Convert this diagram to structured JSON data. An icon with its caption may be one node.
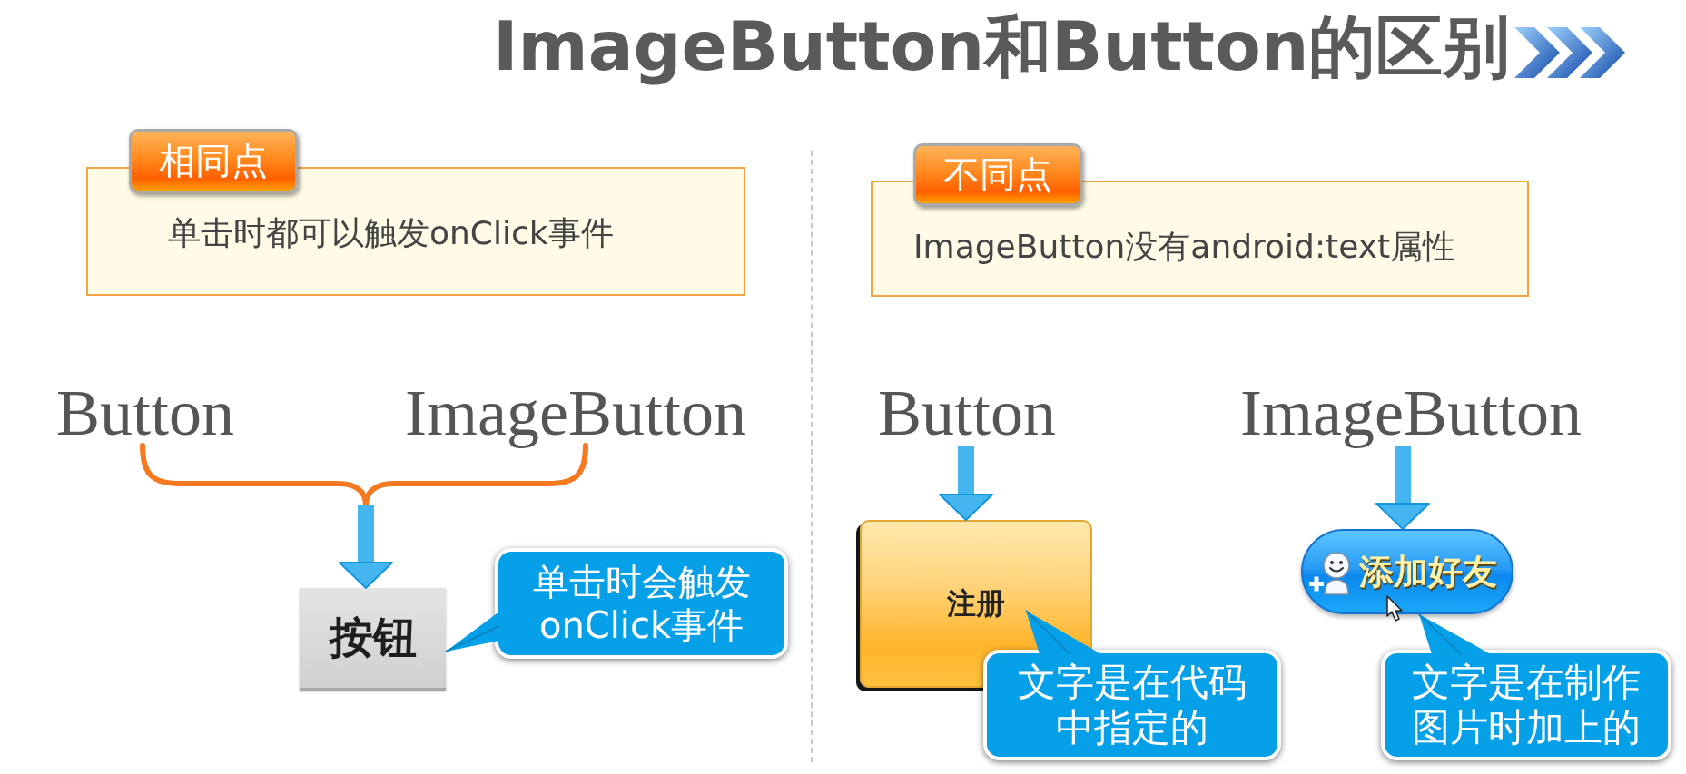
{
  "diagram": {
    "title": "ImageButton和Button的区别",
    "nodes": [
      {
        "text": [
          "相同点",
          "单击时都可以触发onClick事件"
        ]
      },
      {
        "text": [
          "Button"
        ]
      },
      {
        "text": [
          "ImageButton"
        ]
      },
      {
        "text": [
          "按钮"
        ]
      },
      {
        "text": [
          "单击时会触发onClick事件"
        ]
      },
      {
        "text": [
          "不同点",
          "ImageButton没有android:text属性"
        ]
      },
      {
        "text": [
          "Button"
        ]
      },
      {
        "text": [
          "ImageButton"
        ]
      },
      {
        "text": [
          "注册"
        ]
      },
      {
        "text": [
          "文字是在代码中指定的"
        ]
      },
      {
        "text": [
          "添加好友"
        ]
      },
      {
        "text": [
          "文字是在制作图片时加上的"
        ]
      }
    ],
    "edges": [
      {
        "from": 1,
        "to": 3,
        "arrow": "to",
        "color": "#f47920"
      },
      {
        "from": 2,
        "to": 3,
        "arrow": "to",
        "color": "#f47920"
      },
      {
        "from": 4,
        "to": 3,
        "arrow": "none"
      },
      {
        "from": 6,
        "to": 8,
        "arrow": "to",
        "style": "thick",
        "color": "#45b5ef"
      },
      {
        "from": 9,
        "to": 8,
        "arrow": "none"
      },
      {
        "from": 7,
        "to": 10,
        "arrow": "to",
        "style": "thick",
        "color": "#45b5ef"
      },
      {
        "from": 11,
        "to": 10,
        "arrow": "none"
      }
    ]
  }
}
